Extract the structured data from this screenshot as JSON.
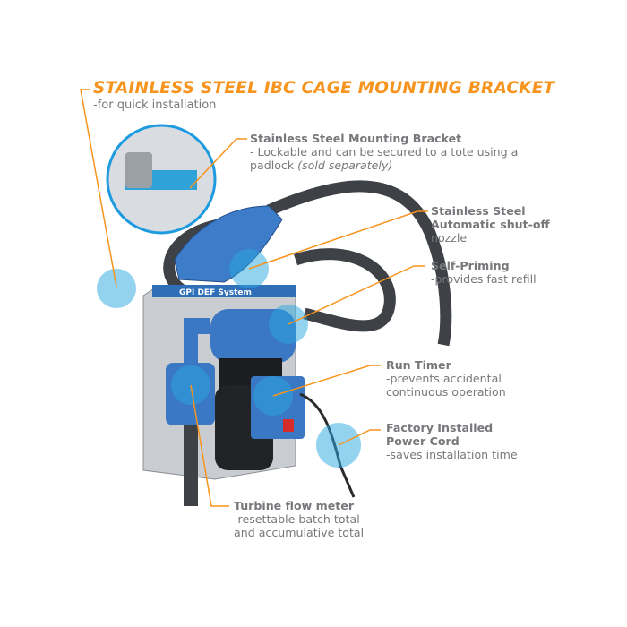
{
  "title": "STAINLESS STEEL IBC CAGE MOUNTING BRACKET",
  "subtitle": "-for quick installation",
  "callouts": {
    "bracket": {
      "heading": "Stainless Steel Mounting Bracket",
      "line1": "- Lockable and can be secured to a tote using a",
      "line2": "padlock",
      "note": "(sold separately)"
    },
    "nozzle": {
      "line1": "Stainless Steel",
      "line2": "Automatic shut-off",
      "line3": "nozzle"
    },
    "priming": {
      "heading": "Self-Priming",
      "line1": "-provides fast refill"
    },
    "timer": {
      "heading": "Run Timer",
      "line1": "-prevents accidental",
      "line2": "continuous operation"
    },
    "cord": {
      "heading1": "Factory Installed",
      "heading2": "Power Cord",
      "line1": "-saves installation time"
    },
    "meter": {
      "heading": "Turbine flow meter",
      "line1": "-resettable batch total",
      "line2": "and accumulative total"
    }
  },
  "logo_text": "GPI DEF System",
  "colors": {
    "accent": "#f7941d",
    "text": "#77787b",
    "pump_blue": "#2f6fb8",
    "highlight": "#29a8e0"
  }
}
